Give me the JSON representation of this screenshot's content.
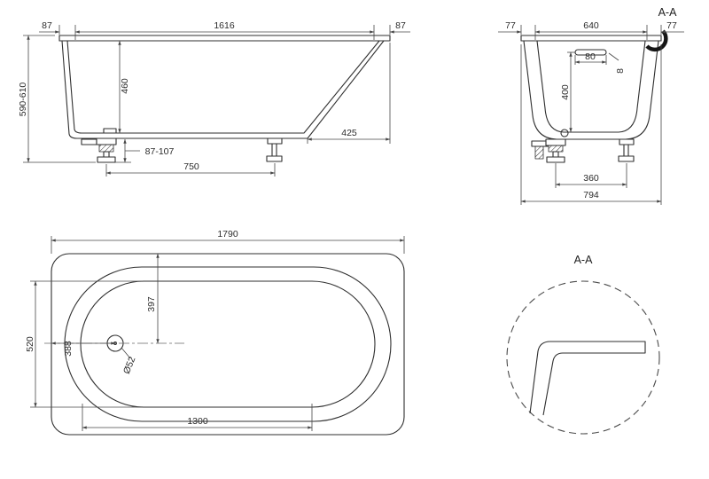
{
  "drawing": {
    "background": "#ffffff",
    "line_color": "#2f2f2f",
    "dim_color": "#464646"
  },
  "side_view": {
    "dims": {
      "rim_left": "87",
      "inner_length": "1616",
      "rim_right": "87",
      "overall_height": "590-610",
      "inner_depth": "460",
      "slope_run": "425",
      "leg_height_range": "87-107",
      "leg_spacing": "750"
    }
  },
  "end_view": {
    "section_label": "A-A",
    "dims": {
      "rim_left": "77",
      "inner_width": "640",
      "rim_right": "77",
      "overflow_offset": "80",
      "rim_edge": "8",
      "inner_depth": "400",
      "leg_spacing": "360",
      "overall_width": "794"
    }
  },
  "plan_view": {
    "dims": {
      "overall_length": "1790",
      "inner_width": "520",
      "drain_offset_side": "397",
      "drain_offset_end": "388",
      "drain_diameter": "Ø52",
      "bottom_length": "1300"
    }
  },
  "detail_view": {
    "label": "A-A"
  }
}
